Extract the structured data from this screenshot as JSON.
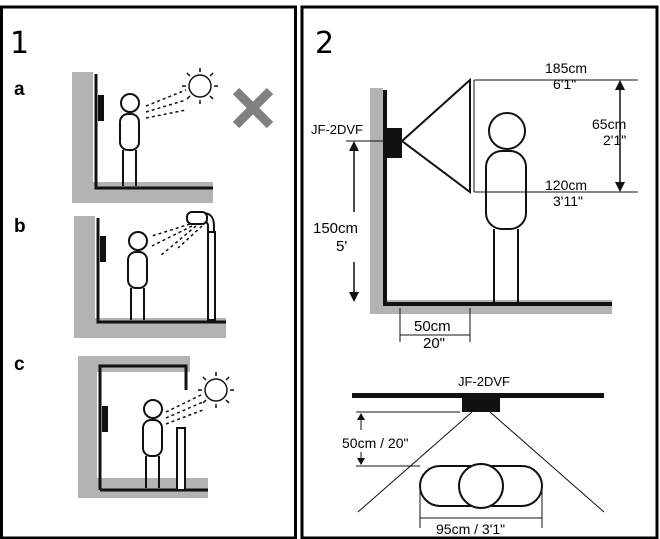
{
  "panels": [
    {
      "number": "1"
    },
    {
      "number": "2"
    }
  ],
  "scenes": {
    "a": {
      "letter": "a"
    },
    "b": {
      "letter": "b"
    },
    "c": {
      "letter": "c"
    }
  },
  "side_view": {
    "model_label": "JF-2DVF",
    "top_height_cm": "185cm",
    "top_height_ft": "6'1\"",
    "view_height_cm": "65cm",
    "view_height_ft": "2'1\"",
    "bottom_height_cm": "120cm",
    "bottom_height_ft": "3'11\"",
    "mount_height_cm": "150cm",
    "mount_height_ft": "5'",
    "distance_cm": "50cm",
    "distance_ft": "20\""
  },
  "top_view": {
    "model_label": "JF-2DVF",
    "distance": "50cm / 20\"",
    "width": "95cm / 3'1\""
  },
  "colors": {
    "wall_gray": "#b3b3b3",
    "line_black": "#111111",
    "mark_gray": "#808080"
  }
}
